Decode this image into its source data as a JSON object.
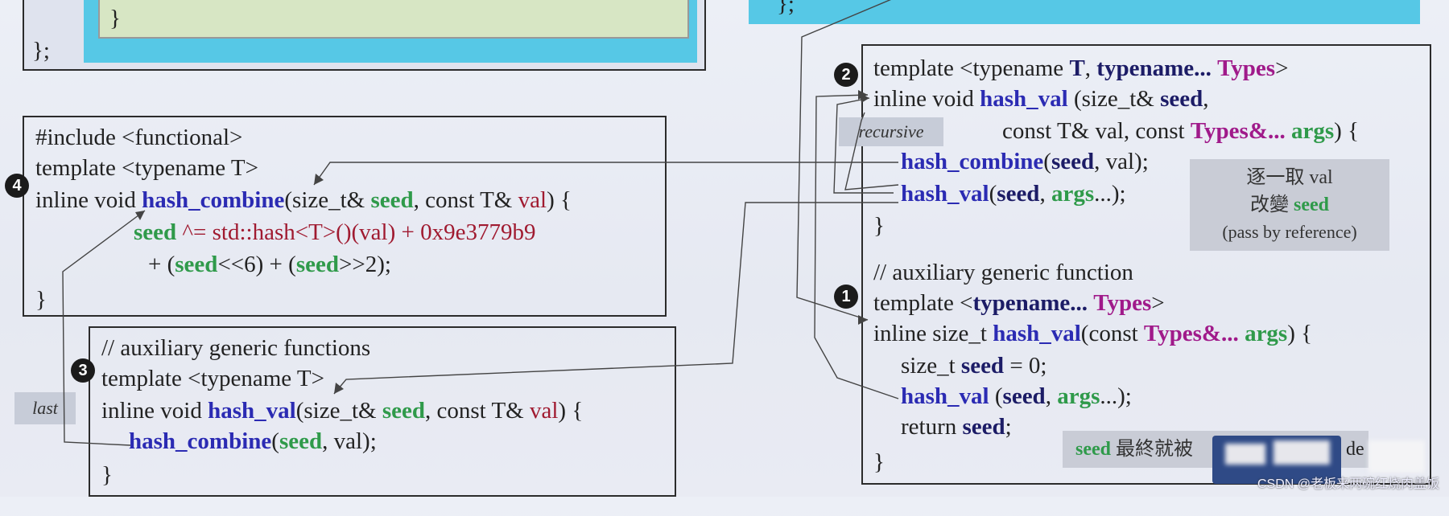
{
  "top_left": {
    "brace": "}",
    "close": "};"
  },
  "top_right": {
    "close": "};"
  },
  "box4": {
    "badge": "4",
    "l1": "#include <functional>",
    "l2": "template <typename T>",
    "l3a": "inline void ",
    "l3b": "hash_combine",
    "l3c": "(size_t& ",
    "l3d": "seed",
    "l3e": ", const T& ",
    "l3f": "val",
    "l3g": ") {",
    "l4a": "seed",
    "l4b": " ^= std::hash<T>()(val) + 0x9e3779b9",
    "l5a": "+ (",
    "l5b": "seed",
    "l5c": "<<6) + (",
    "l5d": "seed",
    "l5e": ">>2);",
    "l6": "}"
  },
  "box3": {
    "badge": "3",
    "l1": "// auxiliary generic functions",
    "l2": "template <typename T>",
    "l3a": "inline void ",
    "l3b": "hash_val",
    "l3c": "(size_t& ",
    "l3d": "seed",
    "l3e": ", const T& ",
    "l3f": "val",
    "l3g": ") {",
    "l4a": "hash_combine",
    "l4b": "(",
    "l4c": "seed",
    "l4d": ", val);",
    "l5": "}"
  },
  "box_right": {
    "badge2": "2",
    "badge1": "1",
    "r1a": "template <typename ",
    "r1b": "T",
    "r1c": ", ",
    "r1d": "typename...",
    "r1e": " ",
    "r1f": "Types",
    "r1g": ">",
    "r2a": "inline void ",
    "r2b": "hash_val",
    "r2c": " (size_t& ",
    "r2d": "seed",
    "r2e": ",",
    "r3a": "const T& val, const ",
    "r3b": "Types&...",
    "r3c": " ",
    "r3d": "args",
    "r3e": ") {",
    "r4a": "hash_combine",
    "r4b": "(",
    "r4c": "seed",
    "r4d": ", val);",
    "r5a": "hash_val",
    "r5b": "(",
    "r5c": "seed",
    "r5d": ", ",
    "r5e": "args",
    "r5f": "...);",
    "r6": "}",
    "r7": "// auxiliary generic function",
    "r8a": "template <",
    "r8b": "typename...",
    "r8c": " ",
    "r8d": "Types",
    "r8e": ">",
    "r9a": "inline size_t ",
    "r9b": "hash_val",
    "r9c": "(const ",
    "r9d": "Types&...",
    "r9e": " ",
    "r9f": "args",
    "r9g": ") {",
    "r10a": "size_t ",
    "r10b": "seed",
    "r10c": " = 0;",
    "r11a": "hash_val",
    "r11b": " (",
    "r11c": "seed",
    "r11d": ", ",
    "r11e": "args",
    "r11f": "...);",
    "r12a": "return ",
    "r12b": "seed",
    "r12c": ";",
    "r13": "}"
  },
  "tags": {
    "recursive": "recursive",
    "last": "last"
  },
  "note": {
    "n1": "逐一取 val",
    "n2a": "改變 ",
    "n2b": "seed",
    "n3": "(pass by reference)"
  },
  "note_bottom": {
    "a": "seed",
    "b": " 最終就被",
    "c": "de"
  },
  "watermark": "CSDN @老板来两碗红烧肉盖饭"
}
